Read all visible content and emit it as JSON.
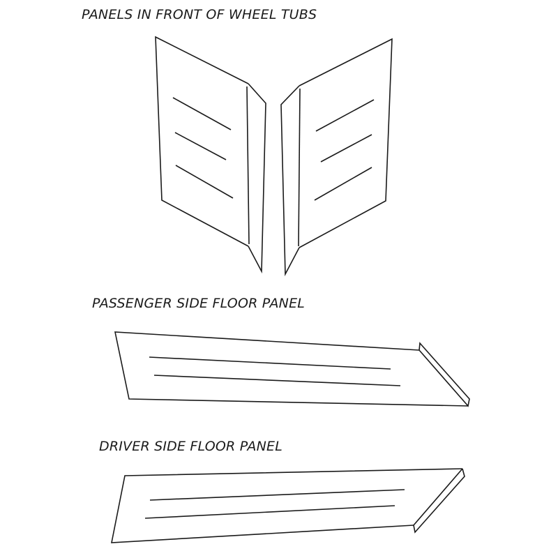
{
  "diagram": {
    "title": "Floor panel parts illustration",
    "labels": {
      "wheel_tub_panels": "PANELS IN FRONT OF WHEEL TUBS",
      "passenger_floor": "PASSENGER SIDE FLOOR PANEL",
      "driver_floor": "DRIVER SIDE FLOOR PANEL"
    },
    "parts": [
      {
        "id": "left-wheel-tub-panel",
        "group": "wheel_tub_panels",
        "ribs": 3,
        "flange": "right"
      },
      {
        "id": "right-wheel-tub-panel",
        "group": "wheel_tub_panels",
        "ribs": 3,
        "flange": "left"
      },
      {
        "id": "passenger-floor-panel",
        "group": "passenger_floor",
        "ribs": 2,
        "flange": "right"
      },
      {
        "id": "driver-floor-panel",
        "group": "driver_floor",
        "ribs": 2,
        "flange": "right"
      }
    ],
    "colors": {
      "line": "#1a1a1a",
      "background": "#ffffff"
    }
  }
}
